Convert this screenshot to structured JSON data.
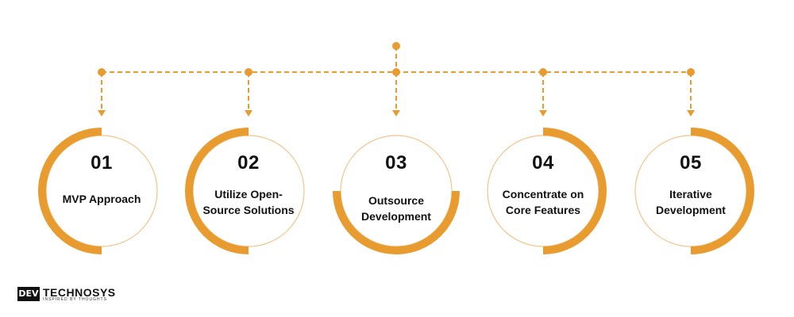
{
  "colors": {
    "accent": "#E89B2F",
    "ring": "#F2C58B",
    "text": "#111111"
  },
  "steps": [
    {
      "number": "01",
      "label": "MVP Approach",
      "arc": "left"
    },
    {
      "number": "02",
      "label": "Utilize Open-\nSource Solutions",
      "arc": "left"
    },
    {
      "number": "03",
      "label": "Outsource\nDevelopment",
      "arc": "bottom"
    },
    {
      "number": "04",
      "label": "Concentrate on\nCore Features",
      "arc": "right"
    },
    {
      "number": "05",
      "label": "Iterative\nDevelopment",
      "arc": "right"
    }
  ],
  "logo": {
    "dev": "DEV",
    "name": "TECHNOSYS",
    "tagline": "INSPIRED BY THOUGHTS"
  }
}
